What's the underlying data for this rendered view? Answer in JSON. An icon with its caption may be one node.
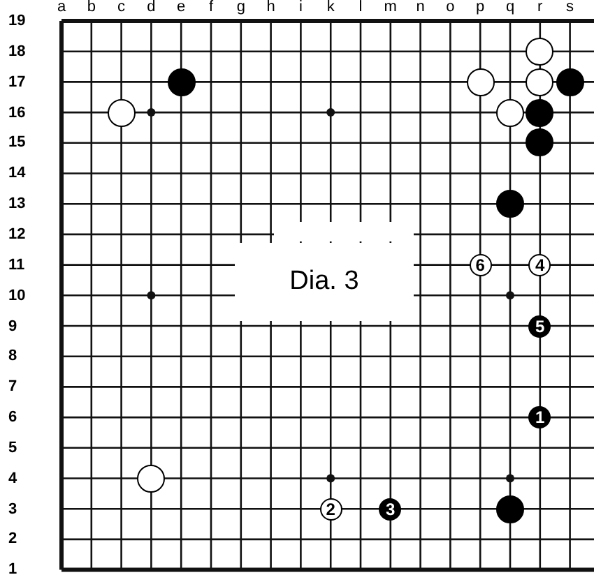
{
  "diagram": {
    "title": "Dia. 3",
    "nodes": [
      {
        "text": [],
        "shape": "circle"
      },
      {
        "text": [],
        "shape": "circle"
      },
      {
        "text": [],
        "shape": "circle"
      },
      {
        "text": [],
        "shape": "circle"
      },
      {
        "text": [],
        "shape": "circle"
      },
      {
        "text": [],
        "shape": "circle"
      },
      {
        "text": [],
        "shape": "circle"
      },
      {
        "text": [],
        "shape": "circle"
      },
      {
        "text": [],
        "shape": "circle"
      },
      {
        "text": [],
        "shape": "circle"
      },
      {
        "text": [
          "6"
        ]
      },
      {
        "text": [
          "4"
        ]
      },
      {
        "text": [
          "5"
        ]
      },
      {
        "text": [
          "1"
        ]
      },
      {
        "text": [],
        "shape": "circle"
      },
      {
        "text": [
          "2"
        ]
      },
      {
        "text": [
          "3"
        ]
      },
      {
        "text": [],
        "shape": "circle"
      }
    ],
    "labels": [
      "a",
      "b",
      "c",
      "d",
      "e",
      "f",
      "g",
      "h",
      "i",
      "k",
      "l",
      "m",
      "n",
      "o",
      "p",
      "q",
      "r",
      "s",
      "19",
      "18",
      "17",
      "16",
      "15",
      "14",
      "13",
      "12",
      "11",
      "10",
      "9",
      "8",
      "7",
      "6",
      "5",
      "4",
      "3",
      "2",
      "1"
    ]
  }
}
